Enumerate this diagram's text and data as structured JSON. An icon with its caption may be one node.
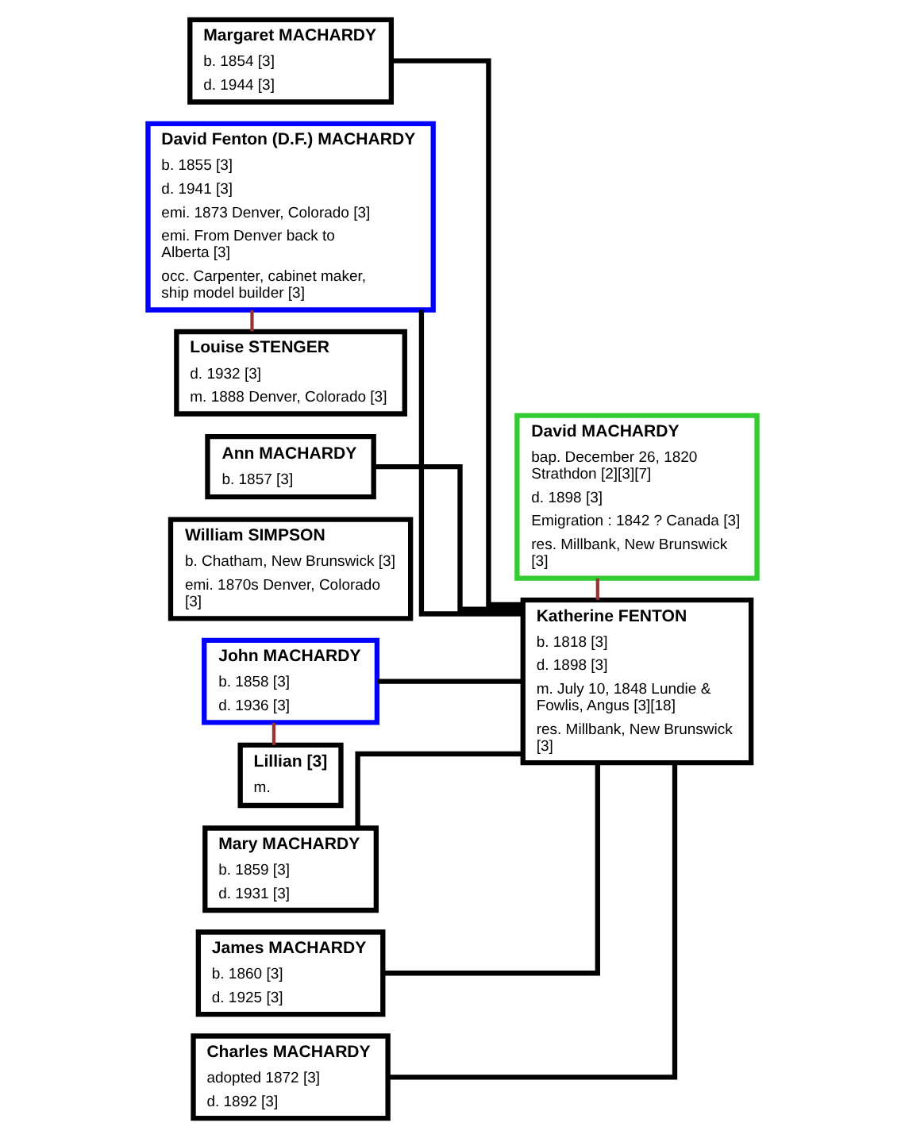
{
  "diagram": {
    "nodes": [
      {
        "text": [
          "Margaret MACHARDY",
          "b. 1854 [3]",
          "d. 1944 [3]"
        ]
      },
      {
        "text": [
          "David Fenton (D.F.) MACHARDY",
          "b. 1855 [3]",
          "d. 1941 [3]",
          "emi. 1873 Denver, Colorado [3]",
          "emi. From Denver back to Alberta [3]",
          "occ. Carpenter, cabinet maker, ship model builder [3]"
        ]
      },
      {
        "text": [
          "Louise STENGER",
          "d. 1932 [3]",
          "m. 1888 Denver, Colorado [3]"
        ]
      },
      {
        "text": [
          "Ann MACHARDY",
          "b. 1857 [3]"
        ]
      },
      {
        "text": [
          "William SIMPSON",
          "b. Chatham, New Brunswick [3]",
          "emi. 1870s Denver, Colorado [3]"
        ]
      },
      {
        "text": [
          "John MACHARDY",
          "b. 1858 [3]",
          "d. 1936 [3]"
        ]
      },
      {
        "text": [
          "Lillian [3]",
          "m."
        ]
      },
      {
        "text": [
          "Mary MACHARDY",
          "b. 1859 [3]",
          "d. 1931 [3]"
        ]
      },
      {
        "text": [
          "James MACHARDY",
          "b. 1860 [3]",
          "d. 1925 [3]"
        ]
      },
      {
        "text": [
          "Charles MACHARDY",
          "adopted 1872 [3]",
          "d. 1892 [3]"
        ]
      },
      {
        "text": [
          "David MACHARDY",
          "bap. December 26, 1820 Strathdon [2][3][7]",
          "d. 1898 [3]",
          "Emigration : 1842 ? Canada [3]",
          "res. Millbank, New Brunswick [3]"
        ]
      },
      {
        "text": [
          "Katherine FENTON",
          "b. 1818 [3]",
          "d. 1898 [3]",
          "m. July 10, 1848 Lundie & Fowlis, Angus [3][18]",
          "res. Millbank, New Brunswick [3]"
        ]
      }
    ],
    "edges": [
      {
        "from": 10,
        "to": 11,
        "arrow": "none",
        "color": "#993333"
      },
      {
        "from": 11,
        "to": 0,
        "arrow": "none"
      },
      {
        "from": 11,
        "to": 1,
        "arrow": "none"
      },
      {
        "from": 11,
        "to": 3,
        "arrow": "none"
      },
      {
        "from": 11,
        "to": 5,
        "arrow": "none"
      },
      {
        "from": 11,
        "to": 7,
        "arrow": "none"
      },
      {
        "from": 11,
        "to": 8,
        "arrow": "none"
      },
      {
        "from": 11,
        "to": 9,
        "arrow": "none"
      },
      {
        "from": 1,
        "to": 2,
        "arrow": "none",
        "color": "#993333"
      },
      {
        "from": 5,
        "to": 6,
        "arrow": "none",
        "color": "#993333"
      }
    ]
  }
}
